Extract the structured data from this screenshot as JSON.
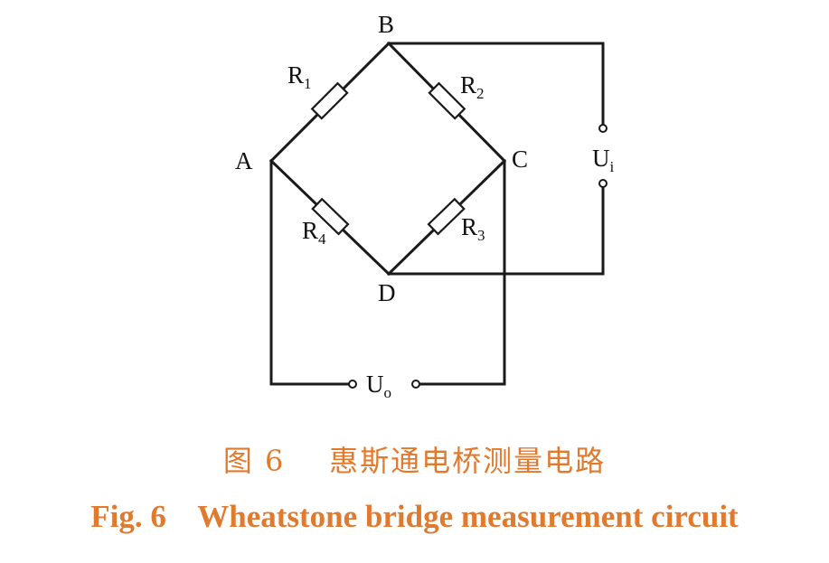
{
  "nodes": {
    "a": "A",
    "b": "B",
    "c": "C",
    "d": "D"
  },
  "resistors": [
    {
      "main": "R",
      "sub": "1"
    },
    {
      "main": "R",
      "sub": "2"
    },
    {
      "main": "R",
      "sub": "3"
    },
    {
      "main": "R",
      "sub": "4"
    }
  ],
  "input_voltage": {
    "main": "U",
    "sub": "i"
  },
  "output_voltage": {
    "main": "U",
    "sub": "o"
  },
  "caption": {
    "chinese": "图 6    惠斯通电桥测量电路",
    "english": "Fig. 6    Wheatstone bridge measurement circuit"
  },
  "colors": {
    "caption": "#e07a2e",
    "wire": "#1a1a1a"
  }
}
